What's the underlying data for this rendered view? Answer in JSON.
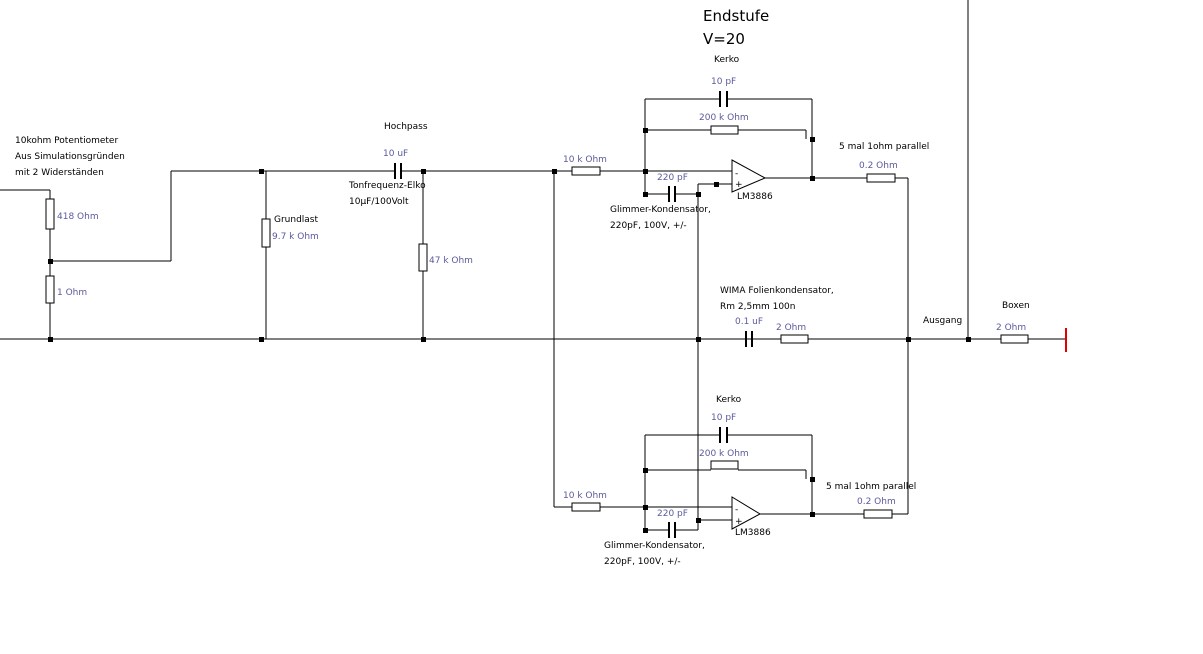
{
  "title": {
    "line1": "Endstufe",
    "line2": "V=20"
  },
  "notes": {
    "poti_1": "10kohm Potentiometer",
    "poti_2": "Aus Simulationsgründen",
    "poti_3": "mit 2 Widerständen",
    "grundlast": "Grundlast",
    "hochpass": "Hochpass",
    "elko_1": "Tonfrequenz-Elko",
    "elko_2": "10µF/100Volt",
    "kerko_top": "Kerko",
    "kerko_bottom": "Kerko",
    "parallel_top": "5 mal 1ohm parallel",
    "parallel_bottom": "5 mal 1ohm parallel",
    "glimmer_top_1": "Glimmer-Kondensator,",
    "glimmer_top_2": "220pF, 100V, +/-",
    "glimmer_bottom_1": "Glimmer-Kondensator,",
    "glimmer_bottom_2": "220pF, 100V, +/-",
    "wima_1": "WIMA Folienkondensator,",
    "wima_2": "Rm 2,5mm 100n",
    "ausgang": "Ausgang",
    "boxen": "Boxen"
  },
  "values": {
    "r418": "418  Ohm",
    "r1": "1  Ohm",
    "r9k7": "9.7 k Ohm",
    "c10u": "10 uF",
    "r47k": "47 k Ohm",
    "r10k_top": "10 k Ohm",
    "r10k_bottom": "10 k Ohm",
    "c10p_top": "10 pF",
    "c10p_bottom": "10 pF",
    "r200k_top": "200 k Ohm",
    "r200k_bottom": "200 k Ohm",
    "c220p_top": "220 pF",
    "c220p_bottom": "220 pF",
    "r02_top": "0.2  Ohm",
    "r02_bottom": "0.2  Ohm",
    "c01u": "0.1 uF",
    "r2_zobel": "2  Ohm",
    "r2_load": "2  Ohm"
  },
  "opamps": {
    "top": "LM3886",
    "bottom": "LM3886",
    "minus": "-",
    "plus": "+"
  }
}
